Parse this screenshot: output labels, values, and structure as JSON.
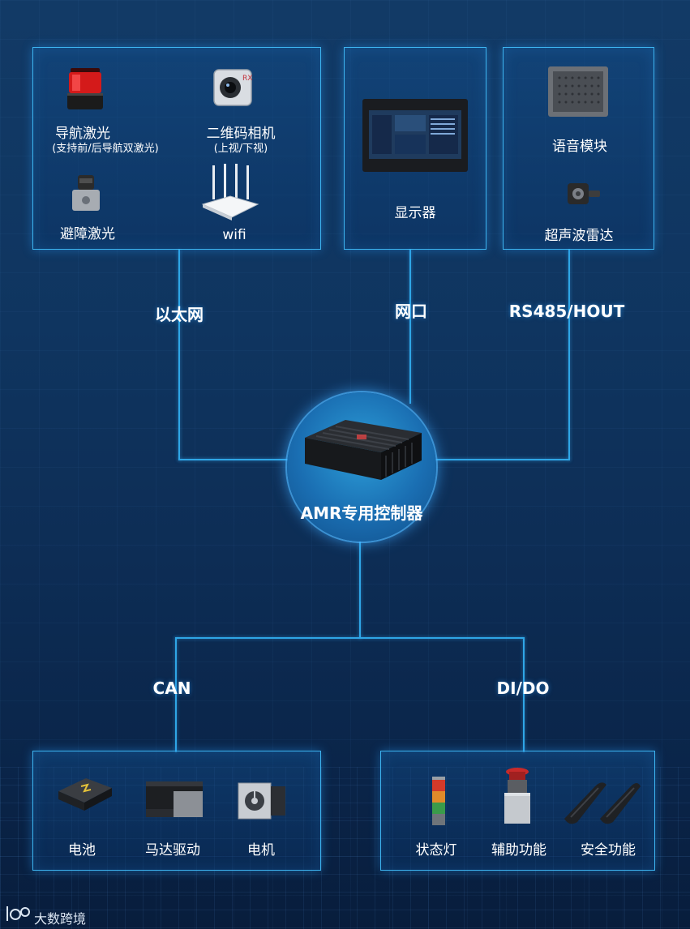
{
  "top_left_panel": {
    "items": [
      {
        "label": "导航激光",
        "sub": "(支持前/后导航双激光)",
        "icon": "warning-beacon-icon"
      },
      {
        "label": "二维码相机",
        "sub": "(上视/下视)",
        "icon": "camera-icon"
      },
      {
        "label": "避障激光",
        "icon": "lidar-icon"
      },
      {
        "label": "wifi",
        "icon": "wifi-router-icon"
      }
    ]
  },
  "top_mid_panel": {
    "items": [
      {
        "label": "显示器",
        "icon": "monitor-icon"
      }
    ]
  },
  "top_right_panel": {
    "items": [
      {
        "label": "语音模块",
        "icon": "speaker-icon"
      },
      {
        "label": "超声波雷达",
        "icon": "ultrasonic-sensor-icon"
      }
    ]
  },
  "connections": {
    "ethernet": "以太网",
    "lan_port": "网口",
    "serial": "RS485/HOUT",
    "can": "CAN",
    "dido": "DI/DO"
  },
  "hub": {
    "title": "AMR专用控制器",
    "icon": "controller-box-icon"
  },
  "bottom_left_panel": {
    "items": [
      {
        "label": "电池",
        "icon": "battery-icon"
      },
      {
        "label": "马达驱动",
        "icon": "motor-driver-icon"
      },
      {
        "label": "电机",
        "icon": "motor-icon"
      }
    ]
  },
  "bottom_right_panel": {
    "items": [
      {
        "label": "状态灯",
        "icon": "stack-light-icon"
      },
      {
        "label": "辅助功能",
        "icon": "emergency-button-icon"
      },
      {
        "label": "安全功能",
        "icon": "bumper-icon"
      }
    ]
  },
  "footer": {
    "logo_text": "大数跨境",
    "icon": "brand-logo-icon"
  },
  "colors": {
    "accent": "#3db4f0",
    "wire": "#2fa6e6",
    "background": "#0f3560"
  }
}
